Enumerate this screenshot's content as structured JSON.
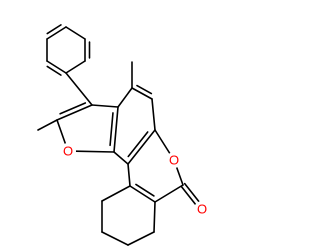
{
  "diagram": {
    "type": "skeletal-structure",
    "atom_labels": [
      {
        "id": "furan-oxygen",
        "text": "O",
        "element": "O"
      },
      {
        "id": "pyranone-ring-oxygen",
        "text": "O",
        "element": "O"
      },
      {
        "id": "carbonyl-oxygen",
        "text": "O",
        "element": "O"
      }
    ],
    "colors": {
      "bond": "#000000",
      "oxygen": "#ff0000",
      "background": "#ffffff"
    }
  }
}
